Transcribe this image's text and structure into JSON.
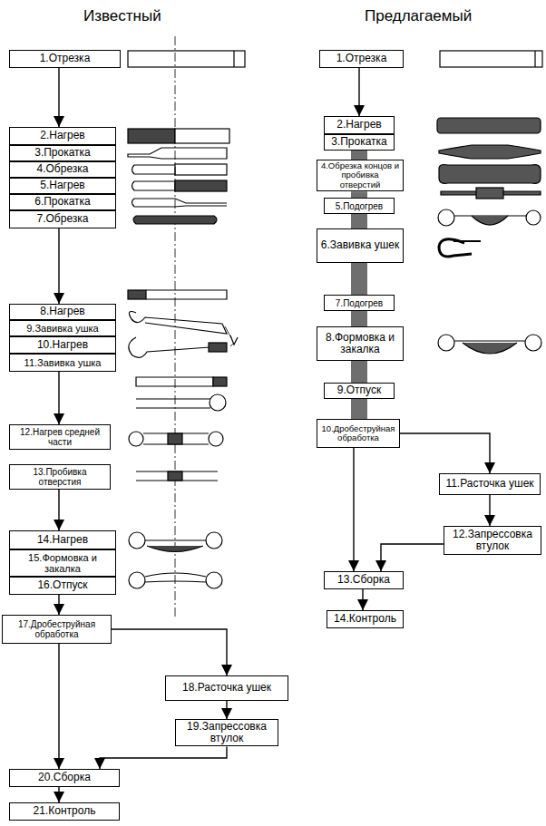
{
  "diagram": {
    "nodes": [
      {
        "text": [
          "1.Отрезка"
        ]
      },
      {
        "text": [
          "2.Нагрев"
        ]
      },
      {
        "text": [
          "3.Прокатка"
        ]
      },
      {
        "text": [
          "4.Обрезка"
        ]
      },
      {
        "text": [
          "5.Нагрев"
        ]
      },
      {
        "text": [
          "6.Прокатка"
        ]
      },
      {
        "text": [
          "7.Обрезка"
        ]
      },
      {
        "text": [
          "8.Нагрев"
        ]
      },
      {
        "text": [
          "9.Завивка ушка"
        ]
      },
      {
        "text": [
          "10.Нагрев"
        ]
      },
      {
        "text": [
          "11.Завивка ушка"
        ]
      },
      {
        "text": [
          "12.Нагрев средней части"
        ]
      },
      {
        "text": [
          "13.Пробивка отверстия"
        ]
      },
      {
        "text": [
          "14.Нагрев"
        ]
      },
      {
        "text": [
          "15.Формовка и закалка"
        ]
      },
      {
        "text": [
          "16.Отпуск"
        ]
      },
      {
        "text": [
          "17.Дробеструйная обработка"
        ]
      },
      {
        "text": [
          "18.Расточка ушек"
        ]
      },
      {
        "text": [
          "19.Запрессовка втулок"
        ]
      },
      {
        "text": [
          "20.Сборка"
        ]
      },
      {
        "text": [
          "21.Контроль"
        ]
      },
      {
        "text": [
          "1.Отрезка"
        ]
      },
      {
        "text": [
          "2.Нагрев"
        ]
      },
      {
        "text": [
          "3.Прокатка"
        ]
      },
      {
        "text": [
          "4.Обрезка концов и пробивка отверстий"
        ]
      },
      {
        "text": [
          "5.Подогрев"
        ]
      },
      {
        "text": [
          "6.Завивка ушек"
        ]
      },
      {
        "text": [
          "7.Подогрев"
        ]
      },
      {
        "text": [
          "8.Формовка и закалка"
        ]
      },
      {
        "text": [
          "9.Отпуск"
        ]
      },
      {
        "text": [
          "10.Дробеструйная обработка"
        ]
      },
      {
        "text": [
          "11.Расточка ушек"
        ]
      },
      {
        "text": [
          "12.Запрессовка втулок"
        ]
      },
      {
        "text": [
          "13.Сборка"
        ]
      },
      {
        "text": [
          "14.Контроль"
        ]
      }
    ],
    "edges": [
      {
        "from": 0,
        "to": 1,
        "arrow": "to"
      },
      {
        "from": 6,
        "to": 7,
        "arrow": "to"
      },
      {
        "from": 10,
        "to": 11,
        "arrow": "to"
      },
      {
        "from": 12,
        "to": 13,
        "arrow": "to"
      },
      {
        "from": 15,
        "to": 16,
        "arrow": "to"
      },
      {
        "from": 16,
        "to": 17,
        "arrow": "to"
      },
      {
        "from": 16,
        "to": 19,
        "arrow": "to"
      },
      {
        "from": 17,
        "to": 18,
        "arrow": "to"
      },
      {
        "from": 18,
        "to": 19,
        "arrow": "to"
      },
      {
        "from": 19,
        "to": 20,
        "arrow": "to"
      },
      {
        "from": 21,
        "to": 22,
        "arrow": "to"
      },
      {
        "from": 23,
        "to": 24,
        "arrow": "none"
      },
      {
        "from": 24,
        "to": 25,
        "arrow": "none"
      },
      {
        "from": 25,
        "to": 26,
        "arrow": "none"
      },
      {
        "from": 26,
        "to": 27,
        "arrow": "none"
      },
      {
        "from": 27,
        "to": 28,
        "arrow": "none"
      },
      {
        "from": 28,
        "to": 29,
        "arrow": "none"
      },
      {
        "from": 29,
        "to": 30,
        "arrow": "none"
      },
      {
        "from": 30,
        "to": 31,
        "arrow": "to"
      },
      {
        "from": 30,
        "to": 33,
        "arrow": "to"
      },
      {
        "from": 31,
        "to": 32,
        "arrow": "to"
      },
      {
        "from": 32,
        "to": 33,
        "arrow": "to"
      },
      {
        "from": 33,
        "to": 34,
        "arrow": "to"
      }
    ],
    "labels": [
      "Известный",
      "Предлагаемый"
    ]
  }
}
